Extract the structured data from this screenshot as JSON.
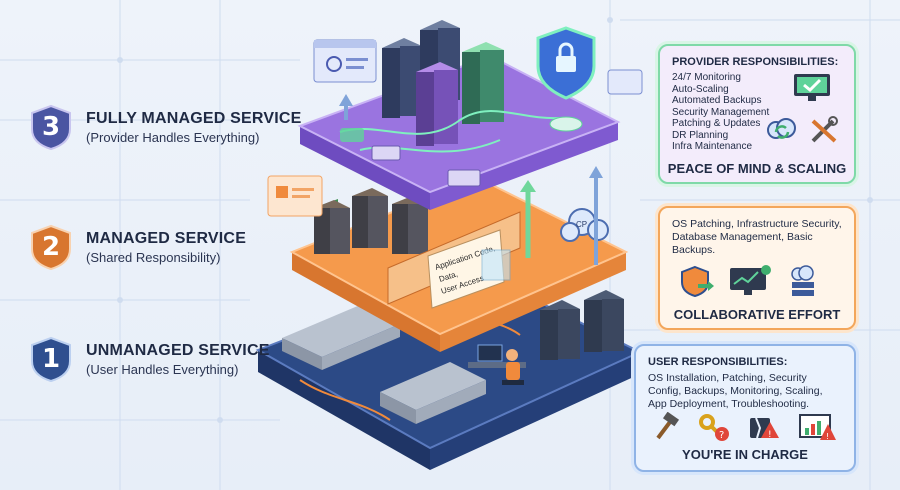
{
  "tiers": [
    {
      "number": "3",
      "title": "FULLY MANAGED SERVICE",
      "subtitle": "(Provider Handles Everything)",
      "color": "#4a55a2"
    },
    {
      "number": "2",
      "title": "MANAGED SERVICE",
      "subtitle": "(Shared Responsibility)",
      "color": "#d8762f"
    },
    {
      "number": "1",
      "title": "UNMANAGED SERVICE",
      "subtitle": "(User Handles Everything)",
      "color": "#2f4f8f"
    }
  ],
  "provider_panel": {
    "heading": "PROVIDER RESPONSIBILITIES:",
    "items": [
      "24/7 Monitoring",
      "Auto-Scaling",
      "Automated Backups",
      "Security Management",
      "Patching & Updates",
      "DR Planning",
      "Infra Maintenance"
    ],
    "footer": "PEACE OF MIND & SCALING",
    "icons": [
      "monitor-check-icon",
      "cloud-sync-icon",
      "tools-icon"
    ]
  },
  "managed_panel": {
    "body": "OS Patching, Infrastructure Security, Database Management, Basic Backups.",
    "footer": "COLLABORATIVE EFFORT",
    "icons": [
      "shield-arrow-icon",
      "monitor-chart-icon",
      "cloud-server-icon"
    ]
  },
  "user_panel": {
    "heading": "USER RESPONSIBILITIES:",
    "body": "OS Installation, Patching, Security Config, Backups, Monitoring, Scaling, App Deployment, Troubleshooting.",
    "footer": "YOU'RE IN CHARGE",
    "icons": [
      "hammer-icon",
      "key-question-icon",
      "broken-disk-warning-icon",
      "chart-warning-icon"
    ]
  },
  "layer_labels": {
    "middle_sign": [
      "Application Code,",
      "Data,",
      "User Access"
    ],
    "cloud_badge": "CP"
  },
  "colors": {
    "purple_layer": "#8e6ad8",
    "orange_layer": "#f08a3c",
    "blue_layer": "#3c5a9a",
    "accent_green": "#5fd39a"
  }
}
